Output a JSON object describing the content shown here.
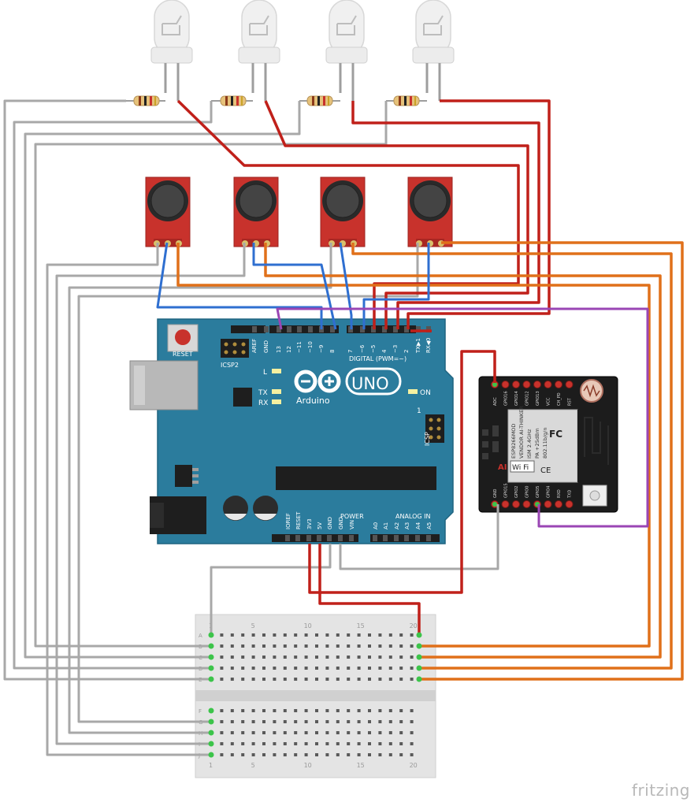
{
  "colors": {
    "board": "#2b7c9d",
    "board_dark": "#1f6480",
    "wire_gray": "#a8a8a8",
    "wire_red": "#c0201a",
    "wire_orange": "#e0701a",
    "wire_blue": "#2f6fd0",
    "wire_purple": "#9a46b4",
    "sensor_red": "#c8322c",
    "esp_black": "#1c1c1c",
    "breadboard": "#e4e4e4"
  },
  "arduino": {
    "reset_label": "RESET",
    "icsp2_label": "ICSP2",
    "icsp_label": "ICSP",
    "l_label": "L",
    "tx_label": "TX",
    "rx_label": "RX",
    "on_label": "ON",
    "logo_name": "Arduino",
    "logo_model": "UNO",
    "digital_label": "DIGITAL (PWM=~)",
    "power_label": "POWER",
    "analog_label": "ANALOG IN",
    "digital_pins": [
      "AREF",
      "GND",
      "13",
      "12",
      "~11",
      "~10",
      "~9",
      "8",
      "7",
      "~6",
      "~5",
      "4",
      "~3",
      "2",
      "TX▶1",
      "RX◀0"
    ],
    "power_pins": [
      "IOREF",
      "RESET",
      "3V3",
      "5V",
      "GND",
      "GND",
      "VIN"
    ],
    "analog_pins": [
      "A0",
      "A1",
      "A2",
      "A3",
      "A4",
      "A5"
    ],
    "icsp_pin1": "1"
  },
  "esp": {
    "vendor_lines": [
      "ESP8266MOD",
      "VENDOR AI-THINKER",
      "ISM 2.4GHz",
      "PA +25dBm",
      "802.11b/g/n"
    ],
    "wifi_label": "Wi Fi",
    "ai_label": "AI",
    "fcc_label": "FC",
    "ce_label": "CE",
    "top_pins": [
      "ADC",
      "GPIO16",
      "GPIO14",
      "GPIO12",
      "GPIO13",
      "VCC",
      "CH_PD",
      "RST"
    ],
    "bottom_pins": [
      "GND",
      "GPIO15",
      "GPIO2",
      "GPIO0",
      "GPIO5",
      "GPIO4",
      "RXD",
      "TXD"
    ]
  },
  "breadboard": {
    "column_labels": [
      "1",
      "5",
      "10",
      "15",
      "20"
    ],
    "row_labels_top": [
      "A",
      "B",
      "C",
      "D",
      "E"
    ],
    "row_labels_bottom": [
      "F",
      "G",
      "H",
      "I",
      "J"
    ]
  },
  "watermark": "fritzing"
}
